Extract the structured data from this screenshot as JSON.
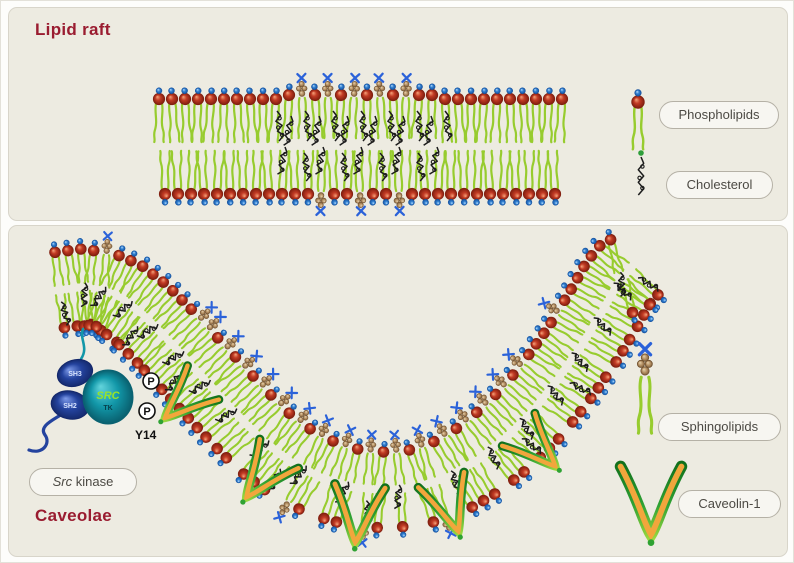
{
  "titles": {
    "lipid_raft": "Lipid raft",
    "caveolae": "Caveolae"
  },
  "legend": {
    "phospholipids": "Phospholipids",
    "cholesterol": "Cholesterol",
    "sphingolipids": "Sphingolipids",
    "caveolin1": "Caveolin-1",
    "src_kinase_italic": "Src",
    "src_kinase_rest": " kinase"
  },
  "src_complex": {
    "sh3": "SH3",
    "sh2": "SH2",
    "src": "SRC",
    "tk": "TK",
    "phospho": "P",
    "site": "Y14"
  },
  "icons": {
    "phospholipid": "phospholipid-icon",
    "cholesterol": "cholesterol-icon",
    "sphingolipid": "sphingolipid-icon",
    "caveolin1": "caveolin-1-icon",
    "phosphorylation": "phospho-p-icon"
  },
  "colors": {
    "panel_bg": "#edebe1",
    "panel_border": "#d8d5ca",
    "title": "#9a1c30",
    "head": "#c23b24",
    "dot_blue": "#2f7fd0",
    "tail": "#97cc2e",
    "cholesterol": "#1c1c1c",
    "chol_tip": "#2e9e3a",
    "sphingo_bead": "#b89468",
    "sphingo_x": "#2b62d9",
    "caveolin_green": "#2fa233",
    "caveolin_fill": "#f2a63c",
    "src_blue": "#24439e",
    "src_teal": "#1297a8",
    "src_label": "#97e32a",
    "box_bg": "#f7f6f1",
    "box_border": "#b5b1a6",
    "box_text": "#4c4a44"
  }
}
